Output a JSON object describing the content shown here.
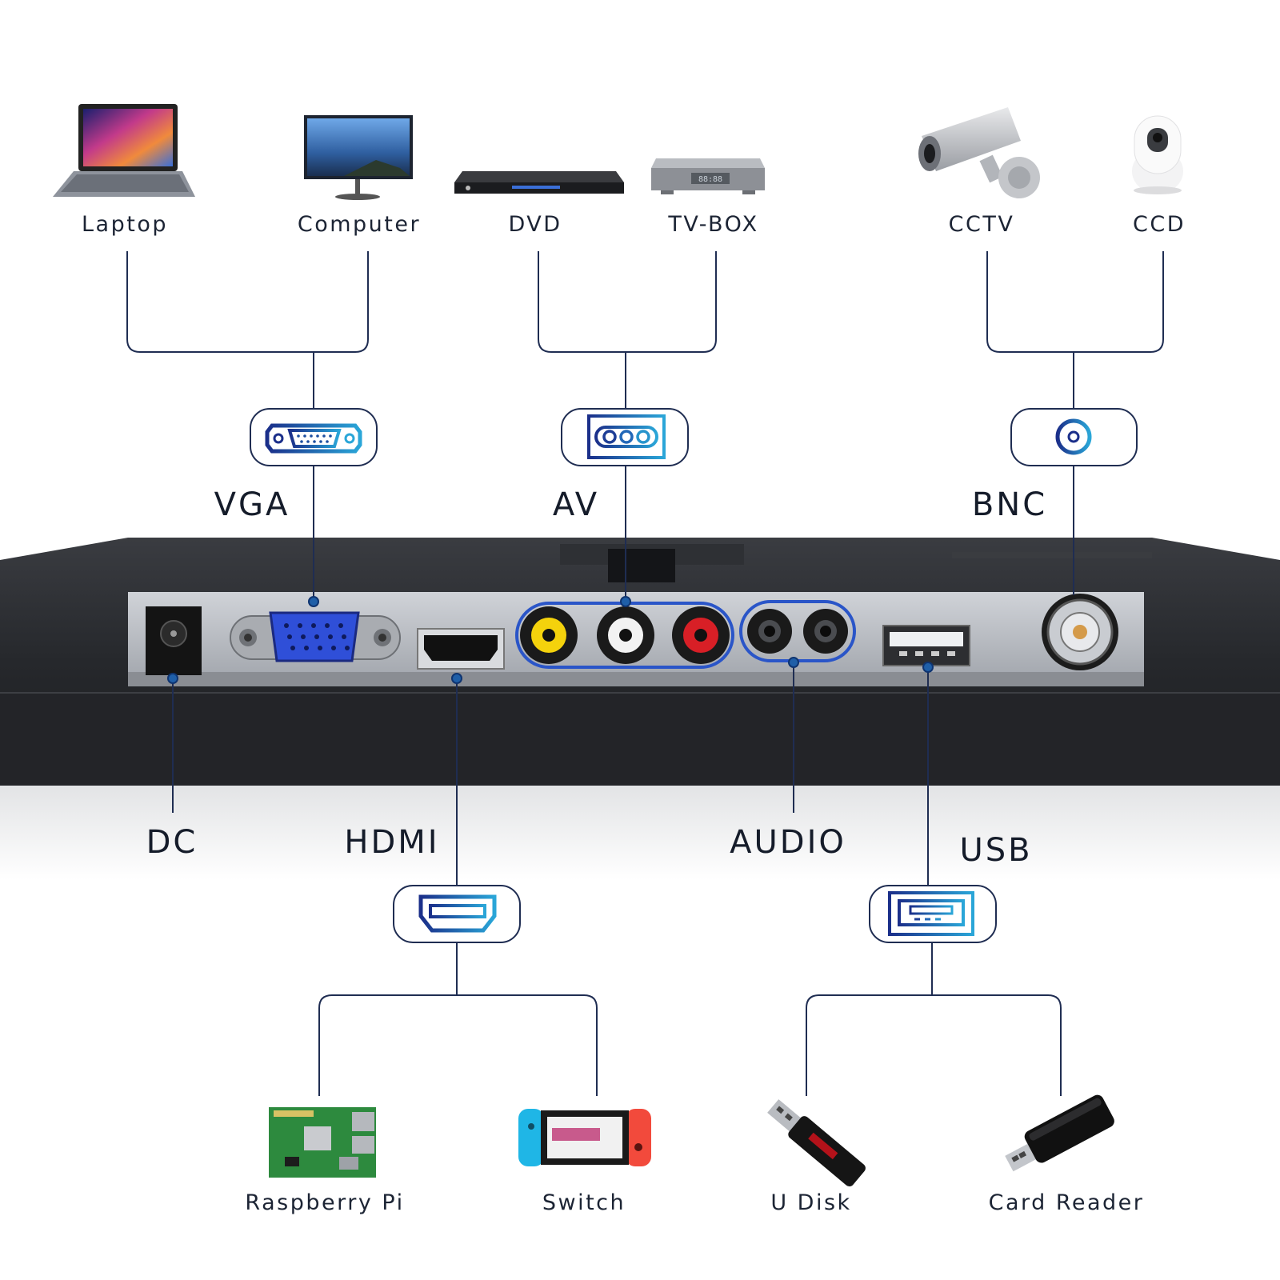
{
  "devices": {
    "laptop": "Laptop",
    "computer": "Computer",
    "dvd": "DVD",
    "tvbox": "TV-BOX",
    "cctv": "CCTV",
    "ccd": "CCD",
    "raspberry_pi": "Raspberry Pi",
    "switch": "Switch",
    "u_disk": "U Disk",
    "card_reader": "Card Reader"
  },
  "ports": {
    "vga": "VGA",
    "av": "AV",
    "bnc": "BNC",
    "dc": "DC",
    "hdmi": "HDMI",
    "audio": "AUDIO",
    "usb": "USB"
  },
  "icons": {
    "vga": "vga-port-icon",
    "av": "av-port-icon",
    "bnc": "bnc-port-icon",
    "hdmi": "hdmi-port-icon",
    "usb": "usb-port-icon"
  },
  "colors": {
    "line": "#1f2d52",
    "accent_dark": "#1b2f8a",
    "accent_light": "#2aa6d8",
    "panel": "#2a2c30",
    "plate": "#b9bcc2"
  }
}
